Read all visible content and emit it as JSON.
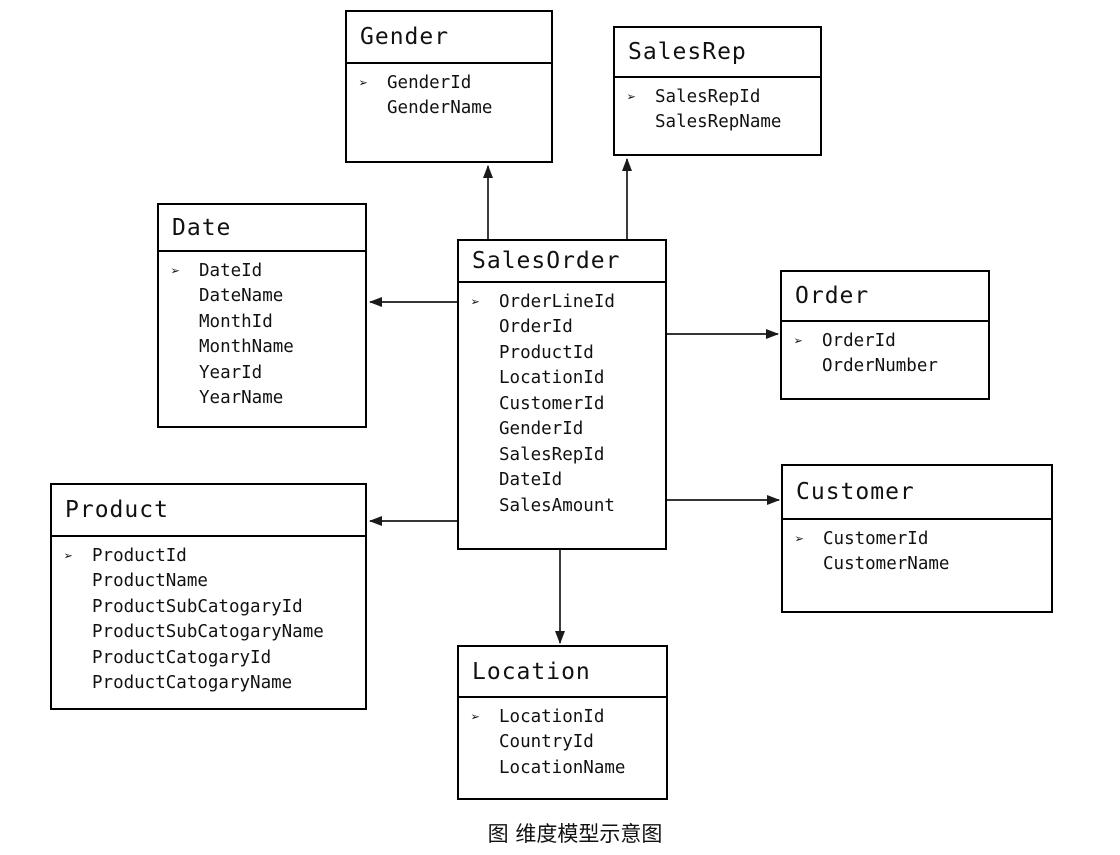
{
  "figure": {
    "caption": "图 维度模型示意图"
  },
  "icons": {
    "pk_bullet": "➢"
  },
  "colors": {
    "background": "#ffffff",
    "border": "#000000",
    "text": "#111111",
    "line": "#1a1a1a"
  },
  "entities": [
    {
      "id": "gender",
      "title": "Gender",
      "fields": [
        {
          "name": "GenderId",
          "pk": true
        },
        {
          "name": "GenderName",
          "pk": false
        }
      ]
    },
    {
      "id": "salesrep",
      "title": "SalesRep",
      "fields": [
        {
          "name": "SalesRepId",
          "pk": true
        },
        {
          "name": "SalesRepName",
          "pk": false
        }
      ]
    },
    {
      "id": "date",
      "title": "Date",
      "fields": [
        {
          "name": "DateId",
          "pk": true
        },
        {
          "name": "DateName",
          "pk": false
        },
        {
          "name": "MonthId",
          "pk": false
        },
        {
          "name": "MonthName",
          "pk": false
        },
        {
          "name": "YearId",
          "pk": false
        },
        {
          "name": "YearName",
          "pk": false
        }
      ]
    },
    {
      "id": "salesorder",
      "title": "SalesOrder",
      "fields": [
        {
          "name": "OrderLineId",
          "pk": true
        },
        {
          "name": "OrderId",
          "pk": false
        },
        {
          "name": "ProductId",
          "pk": false
        },
        {
          "name": "LocationId",
          "pk": false
        },
        {
          "name": "CustomerId",
          "pk": false
        },
        {
          "name": "GenderId",
          "pk": false
        },
        {
          "name": "SalesRepId",
          "pk": false
        },
        {
          "name": "DateId",
          "pk": false
        },
        {
          "name": "SalesAmount",
          "pk": false
        }
      ]
    },
    {
      "id": "order",
      "title": "Order",
      "fields": [
        {
          "name": "OrderId",
          "pk": true
        },
        {
          "name": "OrderNumber",
          "pk": false
        }
      ]
    },
    {
      "id": "customer",
      "title": "Customer",
      "fields": [
        {
          "name": "CustomerId",
          "pk": true
        },
        {
          "name": "CustomerName",
          "pk": false
        }
      ]
    },
    {
      "id": "product",
      "title": "Product",
      "fields": [
        {
          "name": "ProductId",
          "pk": true
        },
        {
          "name": "ProductName",
          "pk": false
        },
        {
          "name": "ProductSubCatogaryId",
          "pk": false
        },
        {
          "name": "ProductSubCatogaryName",
          "pk": false
        },
        {
          "name": "ProductCatogaryId",
          "pk": false
        },
        {
          "name": "ProductCatogaryName",
          "pk": false
        }
      ]
    },
    {
      "id": "location",
      "title": "Location",
      "fields": [
        {
          "name": "LocationId",
          "pk": true
        },
        {
          "name": "CountryId",
          "pk": false
        },
        {
          "name": "LocationName",
          "pk": false
        }
      ]
    }
  ],
  "relationships": [
    {
      "from": "SalesOrder",
      "to": "Gender"
    },
    {
      "from": "SalesOrder",
      "to": "SalesRep"
    },
    {
      "from": "SalesOrder",
      "to": "Date"
    },
    {
      "from": "SalesOrder",
      "to": "Order"
    },
    {
      "from": "SalesOrder",
      "to": "Customer"
    },
    {
      "from": "SalesOrder",
      "to": "Product"
    },
    {
      "from": "SalesOrder",
      "to": "Location"
    }
  ]
}
